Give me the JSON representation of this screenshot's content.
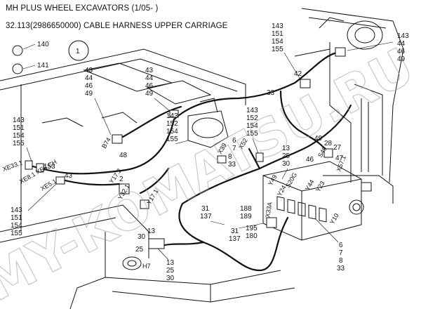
{
  "header": {
    "title": "MH PLUS WHEEL EXCAVATORS (1/05- )",
    "subtitle": "32.113(2986650000) CABLE HARNESS UPPER CARRIAGE"
  },
  "watermark": {
    "text": "MY-KOMATSU.RU"
  },
  "callouts": {
    "c140": "140",
    "c141": "141",
    "c1": "1",
    "g1": [
      "43",
      "44",
      "46",
      "49"
    ],
    "g2": [
      "143",
      "151",
      "154",
      "155"
    ],
    "g3": [
      "43",
      "44",
      "46",
      "49"
    ],
    "g4": [
      "143",
      "151",
      "154",
      "155"
    ],
    "g5": [
      "143",
      "152",
      "154",
      "155"
    ],
    "g6": [
      "143",
      "152",
      "154",
      "155"
    ],
    "g7": [
      "143",
      "151",
      "154",
      "155"
    ],
    "g8": [
      "13",
      "25",
      "30"
    ],
    "g9": [
      "49",
      "28",
      "27"
    ],
    "g10": [
      "188",
      "189"
    ],
    "g11": [
      "195",
      "180"
    ],
    "g12": [
      "6",
      "7",
      "8",
      "33"
    ],
    "g13": [
      "13",
      "25",
      "30"
    ],
    "g14": [
      "31",
      "137"
    ],
    "g15": [
      "31",
      "137"
    ],
    "single": {
      "n42": "42",
      "n33": "33",
      "n48": "48",
      "n46": "46",
      "n47": "47",
      "n153": "153",
      "n43": "43",
      "n2": "2",
      "n6": "6",
      "n7": "7",
      "n8": "8",
      "n33b": "33",
      "n30": "30",
      "n13": "13",
      "n25": "25",
      "n137": "137",
      "n31": "31"
    }
  },
  "refs": {
    "B74": "B74",
    "Y17.2": "Y17.2",
    "Y17.1": "Y17.1",
    "Y32.1": "Y32.1",
    "XE33.1": "XE33.1",
    "XE8.1": "XE8.1",
    "XE8.CH": "XE8.CH",
    "XE5.1": "XE5.1",
    "XE5": "XE5",
    "H7": "H7",
    "X33A": "X33A",
    "X52": "X52",
    "X39": "X39",
    "Y49": "Y49",
    "Y24": "Y24",
    "S20G": "S20G",
    "Y44": "Y44",
    "Y23": "Y23",
    "Y10": "Y10",
    "S49": "S49",
    "X57.1": "X57.1"
  },
  "colors": {
    "line": "#111111",
    "watermark": "#9a9a9a",
    "background": "#ffffff"
  }
}
